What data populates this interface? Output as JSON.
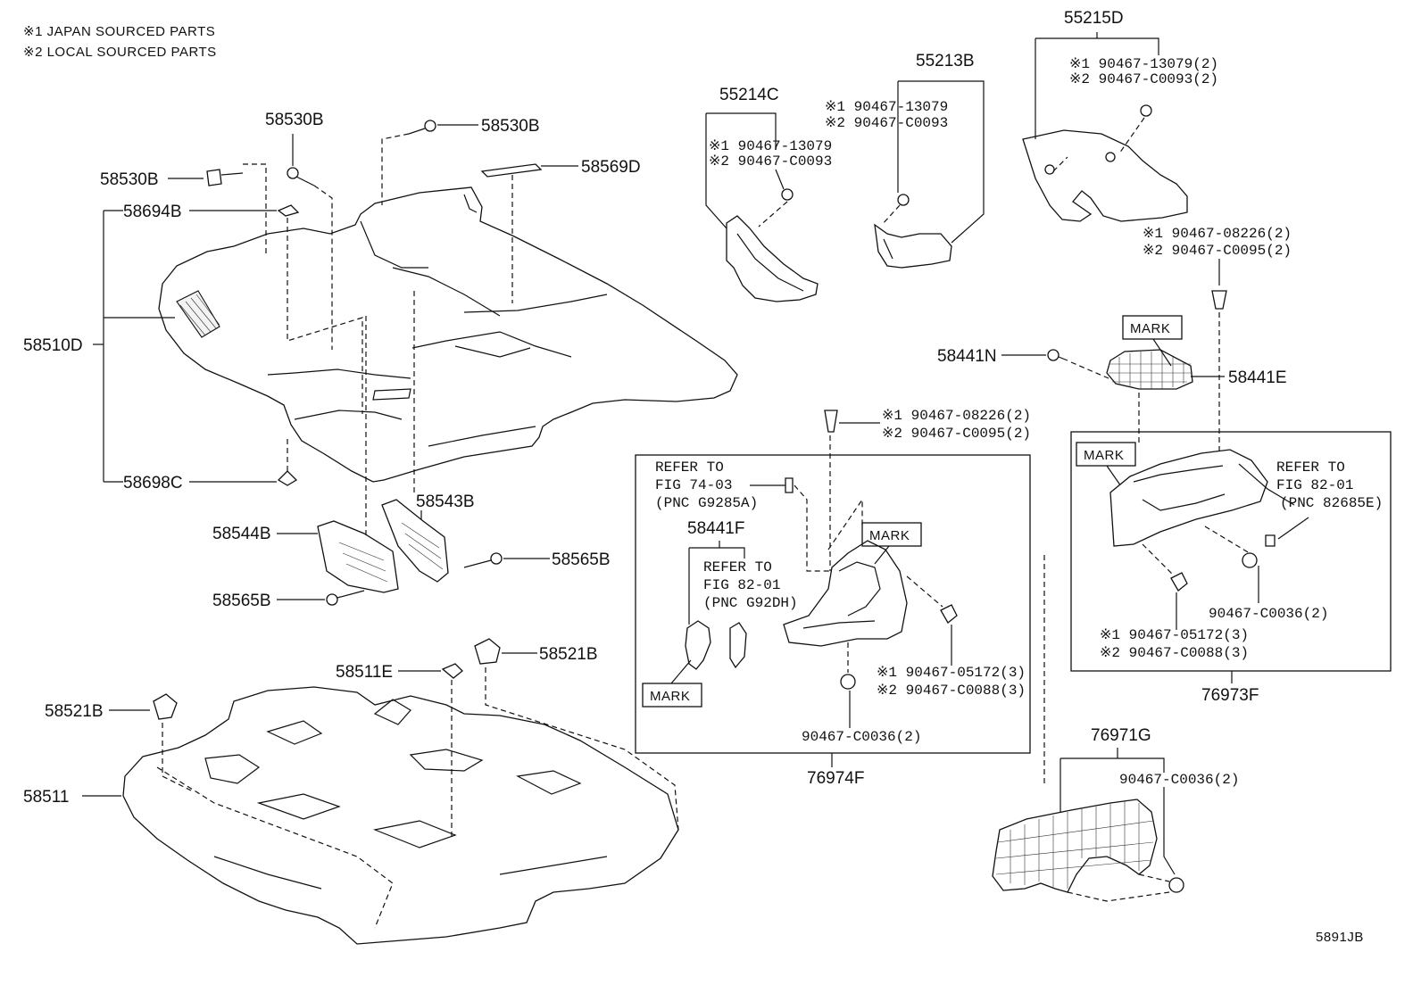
{
  "legend": {
    "note1": "※1 JAPAN SOURCED PARTS",
    "note2": "※2 LOCAL SOURCED PARTS"
  },
  "drawing_code": "5891JB",
  "parts": {
    "p58530B_a": "58530B",
    "p58530B_b": "58530B",
    "p58530B_c": "58530B",
    "p58569D": "58569D",
    "p58694B": "58694B",
    "p58510D": "58510D",
    "p58698C": "58698C",
    "p58543B": "58543B",
    "p58544B": "58544B",
    "p58565B_a": "58565B",
    "p58565B_b": "58565B",
    "p58521B_a": "58521B",
    "p58521B_b": "58521B",
    "p58511E": "58511E",
    "p58511": "58511",
    "p55214C": "55214C",
    "p55213B": "55213B",
    "p55215D": "55215D",
    "p58441N": "58441N",
    "p58441E": "58441E",
    "p58441F": "58441F",
    "p76974F": "76974F",
    "p76973F": "76973F",
    "p76971G": "76971G"
  },
  "fasteners": {
    "f55214C_1": "※1 90467-13079",
    "f55214C_2": "※2 90467-C0093",
    "f55213B_1": "※1 90467-13079",
    "f55213B_2": "※2 90467-C0093",
    "f55215D_1": "※1 90467-13079(2)",
    "f55215D_2": "※2 90467-C0093(2)",
    "f_right_1": "※1 90467-08226(2)",
    "f_right_2": "※2 90467-C0095(2)",
    "f_center_1": "※1 90467-08226(2)",
    "f_center_2": "※2 90467-C0095(2)",
    "f76974F_1": "※1 90467-05172(3)",
    "f76974F_2": "※2 90467-C0088(3)",
    "f76974F_3": "90467-C0036(2)",
    "f76973F_1": "90467-C0036(2)",
    "f76973F_2": "※1 90467-05172(3)",
    "f76973F_3": "※2 90467-C0088(3)",
    "f76971G_1": "90467-C0036(2)"
  },
  "refers": {
    "r1_a": "REFER TO",
    "r1_b": "FIG 74-03",
    "r1_c": "(PNC G9285A)",
    "r2_a": "REFER TO",
    "r2_b": "FIG 82-01",
    "r2_c": "(PNC G92DH)",
    "r3_a": "REFER TO",
    "r3_b": "FIG 82-01",
    "r3_c": "(PNC 82685E)"
  },
  "marks": {
    "m1": "MARK",
    "m2": "MARK",
    "m3": "MARK",
    "m4": "MARK"
  }
}
